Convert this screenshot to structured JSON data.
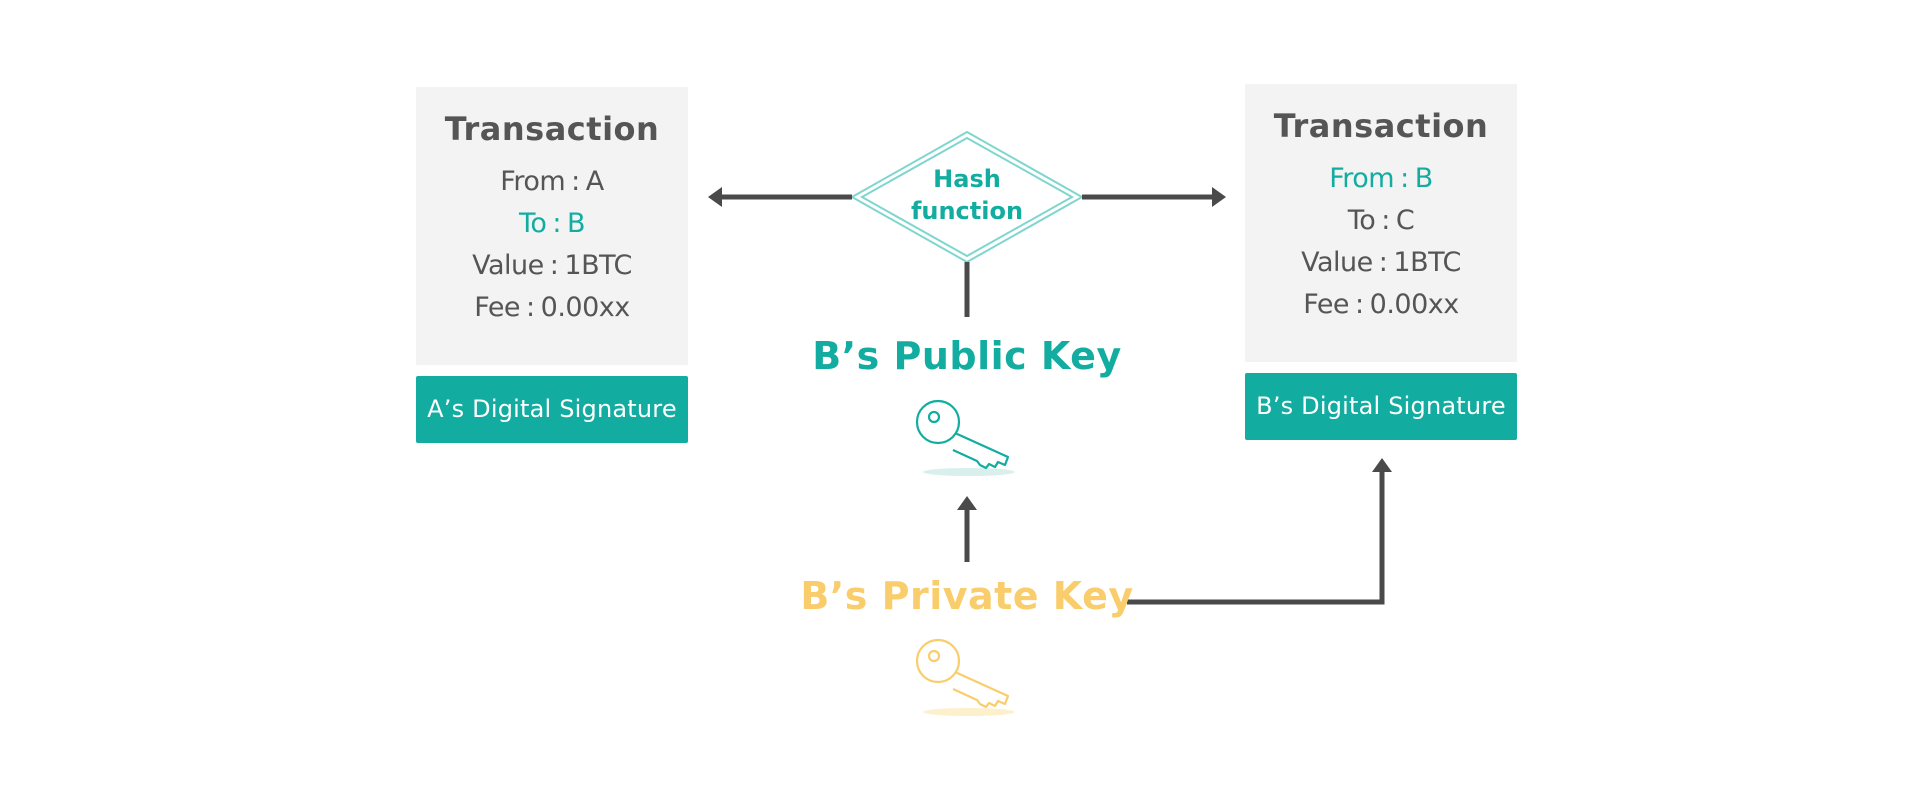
{
  "colors": {
    "accent": "#12ada0",
    "private_key": "#f9cd6b",
    "card_bg": "#f3f3f3",
    "arrow": "#4a4a4a",
    "text": "#555555"
  },
  "left_transaction": {
    "title": "Transaction",
    "from_label": "From",
    "from_value": "A",
    "to_label": "To",
    "to_value": "B",
    "value_label": "Value",
    "value_value": "1BTC",
    "fee_label": "Fee",
    "fee_value": "0.00xx",
    "separator": ":",
    "highlighted_row": "to",
    "signature": "A’s Digital Signature"
  },
  "right_transaction": {
    "title": "Transaction",
    "from_label": "From",
    "from_value": "B",
    "to_label": "To",
    "to_value": "C",
    "value_label": "Value",
    "value_value": "1BTC",
    "fee_label": "Fee",
    "fee_value": "0.00xx",
    "separator": ":",
    "highlighted_row": "from",
    "signature": "B’s Digital Signature"
  },
  "hash": {
    "line1": "Hash",
    "line2": "function"
  },
  "public_key": {
    "label": "B’s Public Key",
    "icon": "key-icon"
  },
  "private_key": {
    "label": "B’s Private Key",
    "icon": "key-icon"
  }
}
